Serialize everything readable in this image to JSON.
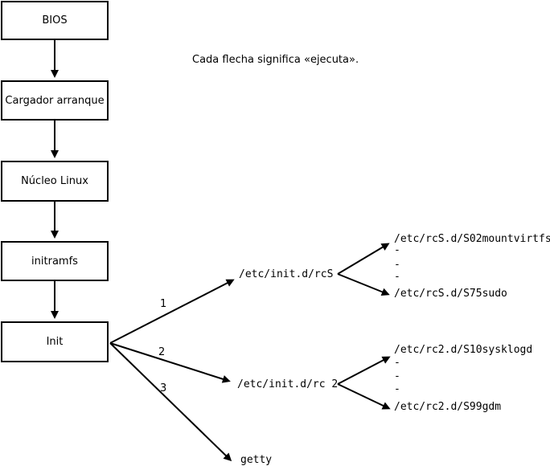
{
  "diagram": {
    "caption": "Cada flecha significa «ejecuta».",
    "boxes": [
      {
        "label": "BIOS"
      },
      {
        "label": "Cargador arranque"
      },
      {
        "label": "Núcleo Linux"
      },
      {
        "label": "initramfs"
      },
      {
        "label": "Init"
      }
    ],
    "branches": [
      {
        "number": "1",
        "target": "/etc/init.d/rcS"
      },
      {
        "number": "2",
        "target": "/etc/init.d/rc 2"
      },
      {
        "number": "3",
        "target": "getty"
      }
    ],
    "rcS_scripts": {
      "first": "/etc/rcS.d/S02mountvirtfs",
      "ellipsis": [
        "-",
        "-",
        "-"
      ],
      "last": "/etc/rcS.d/S75sudo"
    },
    "rc2_scripts": {
      "first": "/etc/rc2.d/S10sysklogd",
      "ellipsis": [
        "-",
        "-",
        "-"
      ],
      "last": "/etc/rc2.d/S99gdm"
    }
  },
  "colors": {
    "line": "#000000",
    "background": "#ffffff",
    "box_fill": "#ffffff"
  }
}
